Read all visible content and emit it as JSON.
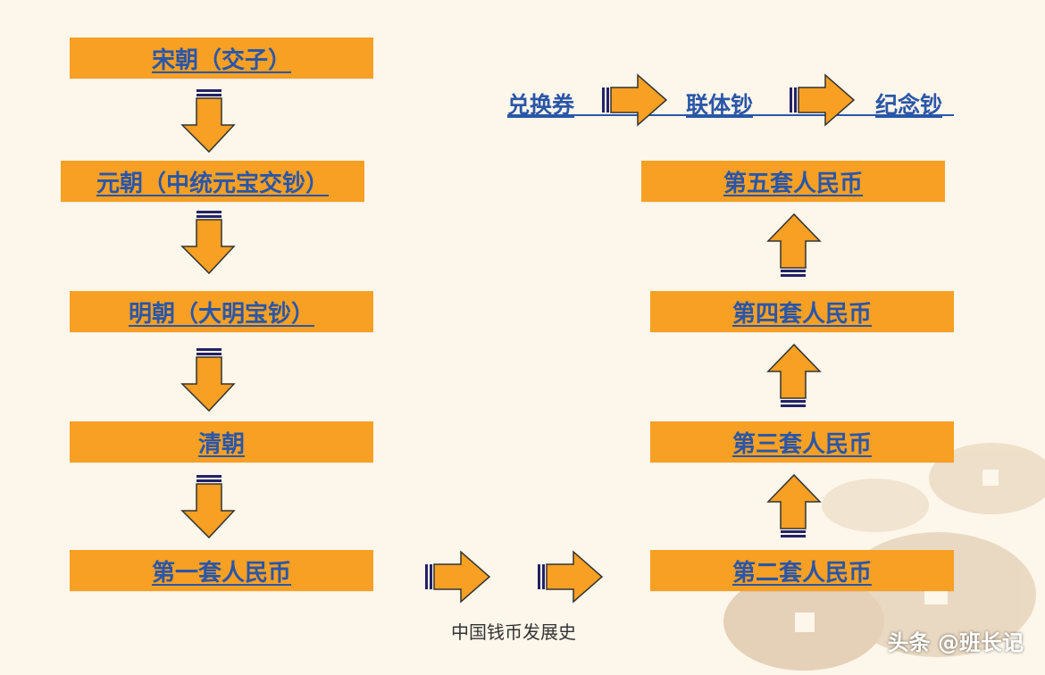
{
  "left_chain": [
    {
      "label": "宋朝（交子）"
    },
    {
      "label": "元朝（中统元宝交钞）"
    },
    {
      "label": "明朝（大明宝钞）"
    },
    {
      "label": "清朝"
    },
    {
      "label": "第一套人民币"
    }
  ],
  "right_chain": [
    {
      "label": "第二套人民币"
    },
    {
      "label": "第三套人民币"
    },
    {
      "label": "第四套人民币"
    },
    {
      "label": "第五套人民币"
    }
  ],
  "top_chain": [
    "兑换券",
    "联体钞",
    "纪念钞"
  ],
  "caption": "中国钱币发展史",
  "watermark": "头条 @班长记",
  "colors": {
    "box": "#f7a023",
    "link": "#2a56a8",
    "background": "#fdf6ea"
  }
}
